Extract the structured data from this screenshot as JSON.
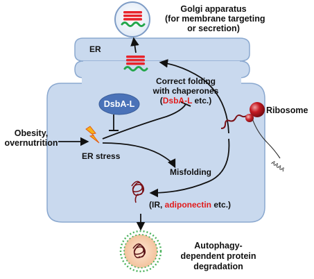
{
  "labels": {
    "golgi_line1": "Golgi apparatus",
    "golgi_line2": "(for membrane targeting",
    "golgi_line3": "or secretion)",
    "er": "ER",
    "correct_folding_line1": "Correct folding",
    "correct_folding_line2": "with chaperones",
    "correct_folding_open": "(",
    "correct_folding_dsba": "DsbA-L",
    "correct_folding_close": " etc.)",
    "dsba_badge": "DsbA-L",
    "ribosome": "Ribosome",
    "polya": "AAAA",
    "obesity_line1": "Obesity,",
    "obesity_line2": "overnutrition",
    "er_stress": "ER stress",
    "misfolding": "Misfolding",
    "ir_open": "(IR, ",
    "adiponectin": "adiponectin",
    "ir_close": " etc.)",
    "autophagy_line1": "Autophagy-",
    "autophagy_line2": "dependent protein",
    "autophagy_line3": "degradation"
  },
  "colors": {
    "er_fill": "#c9d9ee",
    "er_stroke": "#8aa8cf",
    "badge_fill": "#4a72b8",
    "protein_red": "#e8242c",
    "protein_green": "#22a64a",
    "ribosome": "#b3121c",
    "highlight_red": "#e11b1b",
    "lysosome_fill": "#f6cfae",
    "lysosome_dots": "#4db35e"
  }
}
